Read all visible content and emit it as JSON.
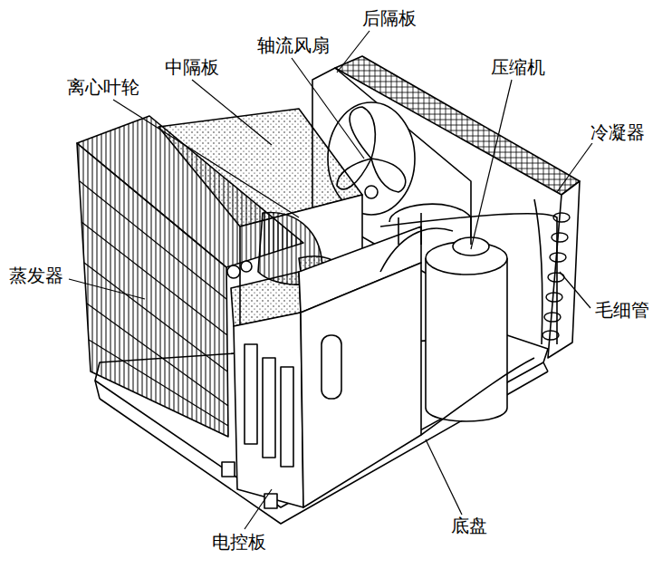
{
  "diagram": {
    "labels": [
      "后隔板",
      "轴流风扇",
      "中隔板",
      "离心叶轮",
      "压缩机",
      "冷凝器",
      "蒸发器",
      "毛细管",
      "电控板",
      "底盘"
    ]
  }
}
